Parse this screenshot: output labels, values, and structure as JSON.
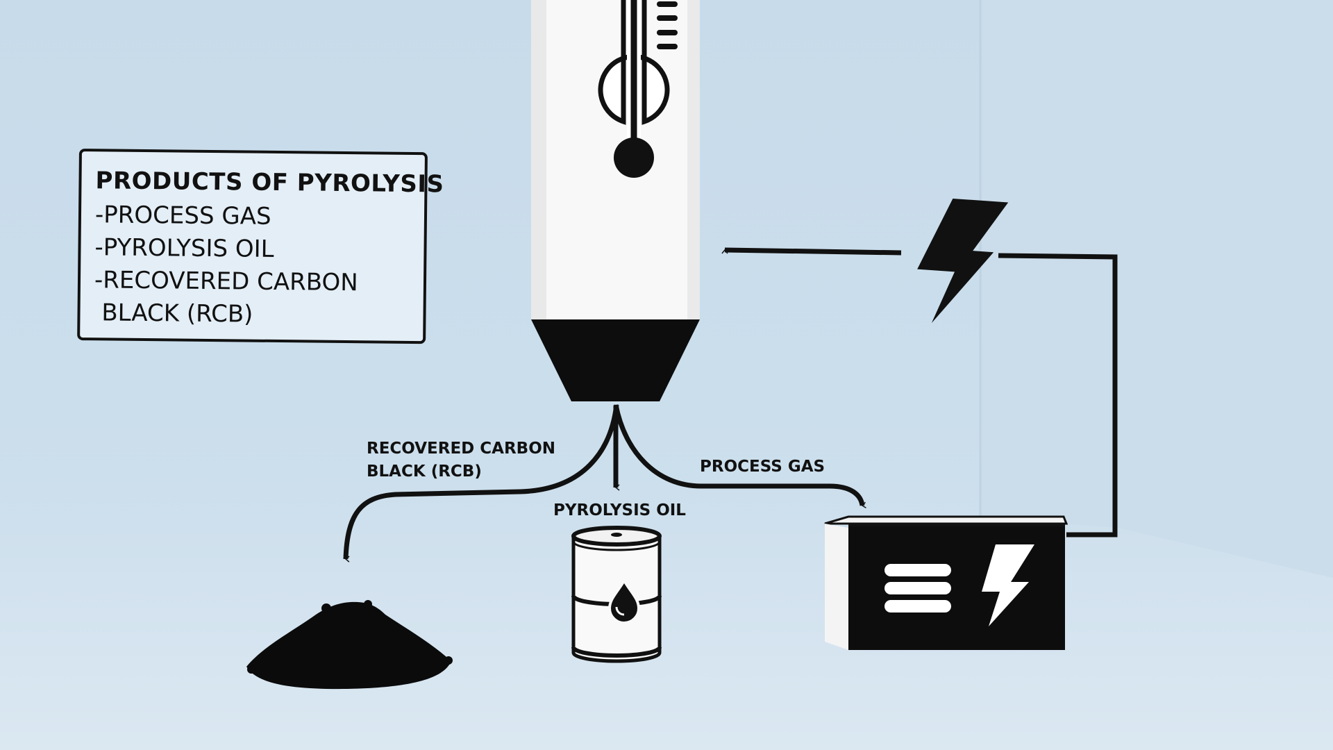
{
  "legend": {
    "title": "PRODUCTS OF PYROLYSIS",
    "items": [
      "-PROCESS GAS",
      "-PYROLYSIS OIL",
      "-RECOVERED CARBON",
      " BLACK (RCB)"
    ]
  },
  "labels": {
    "rcb_line1": "RECOVERED CARBON",
    "rcb_line2": "BLACK (RCB)",
    "pyrolysis_oil": "PYROLYSIS OIL",
    "process_gas": "PROCESS GAS"
  },
  "icons": [
    "thermometer-icon",
    "lightning-icon",
    "oil-drop-icon",
    "menu-lines-icon"
  ],
  "colors": {
    "ink": "#111111",
    "reactor": "#f7f7f7",
    "background": "#c8dbea"
  }
}
